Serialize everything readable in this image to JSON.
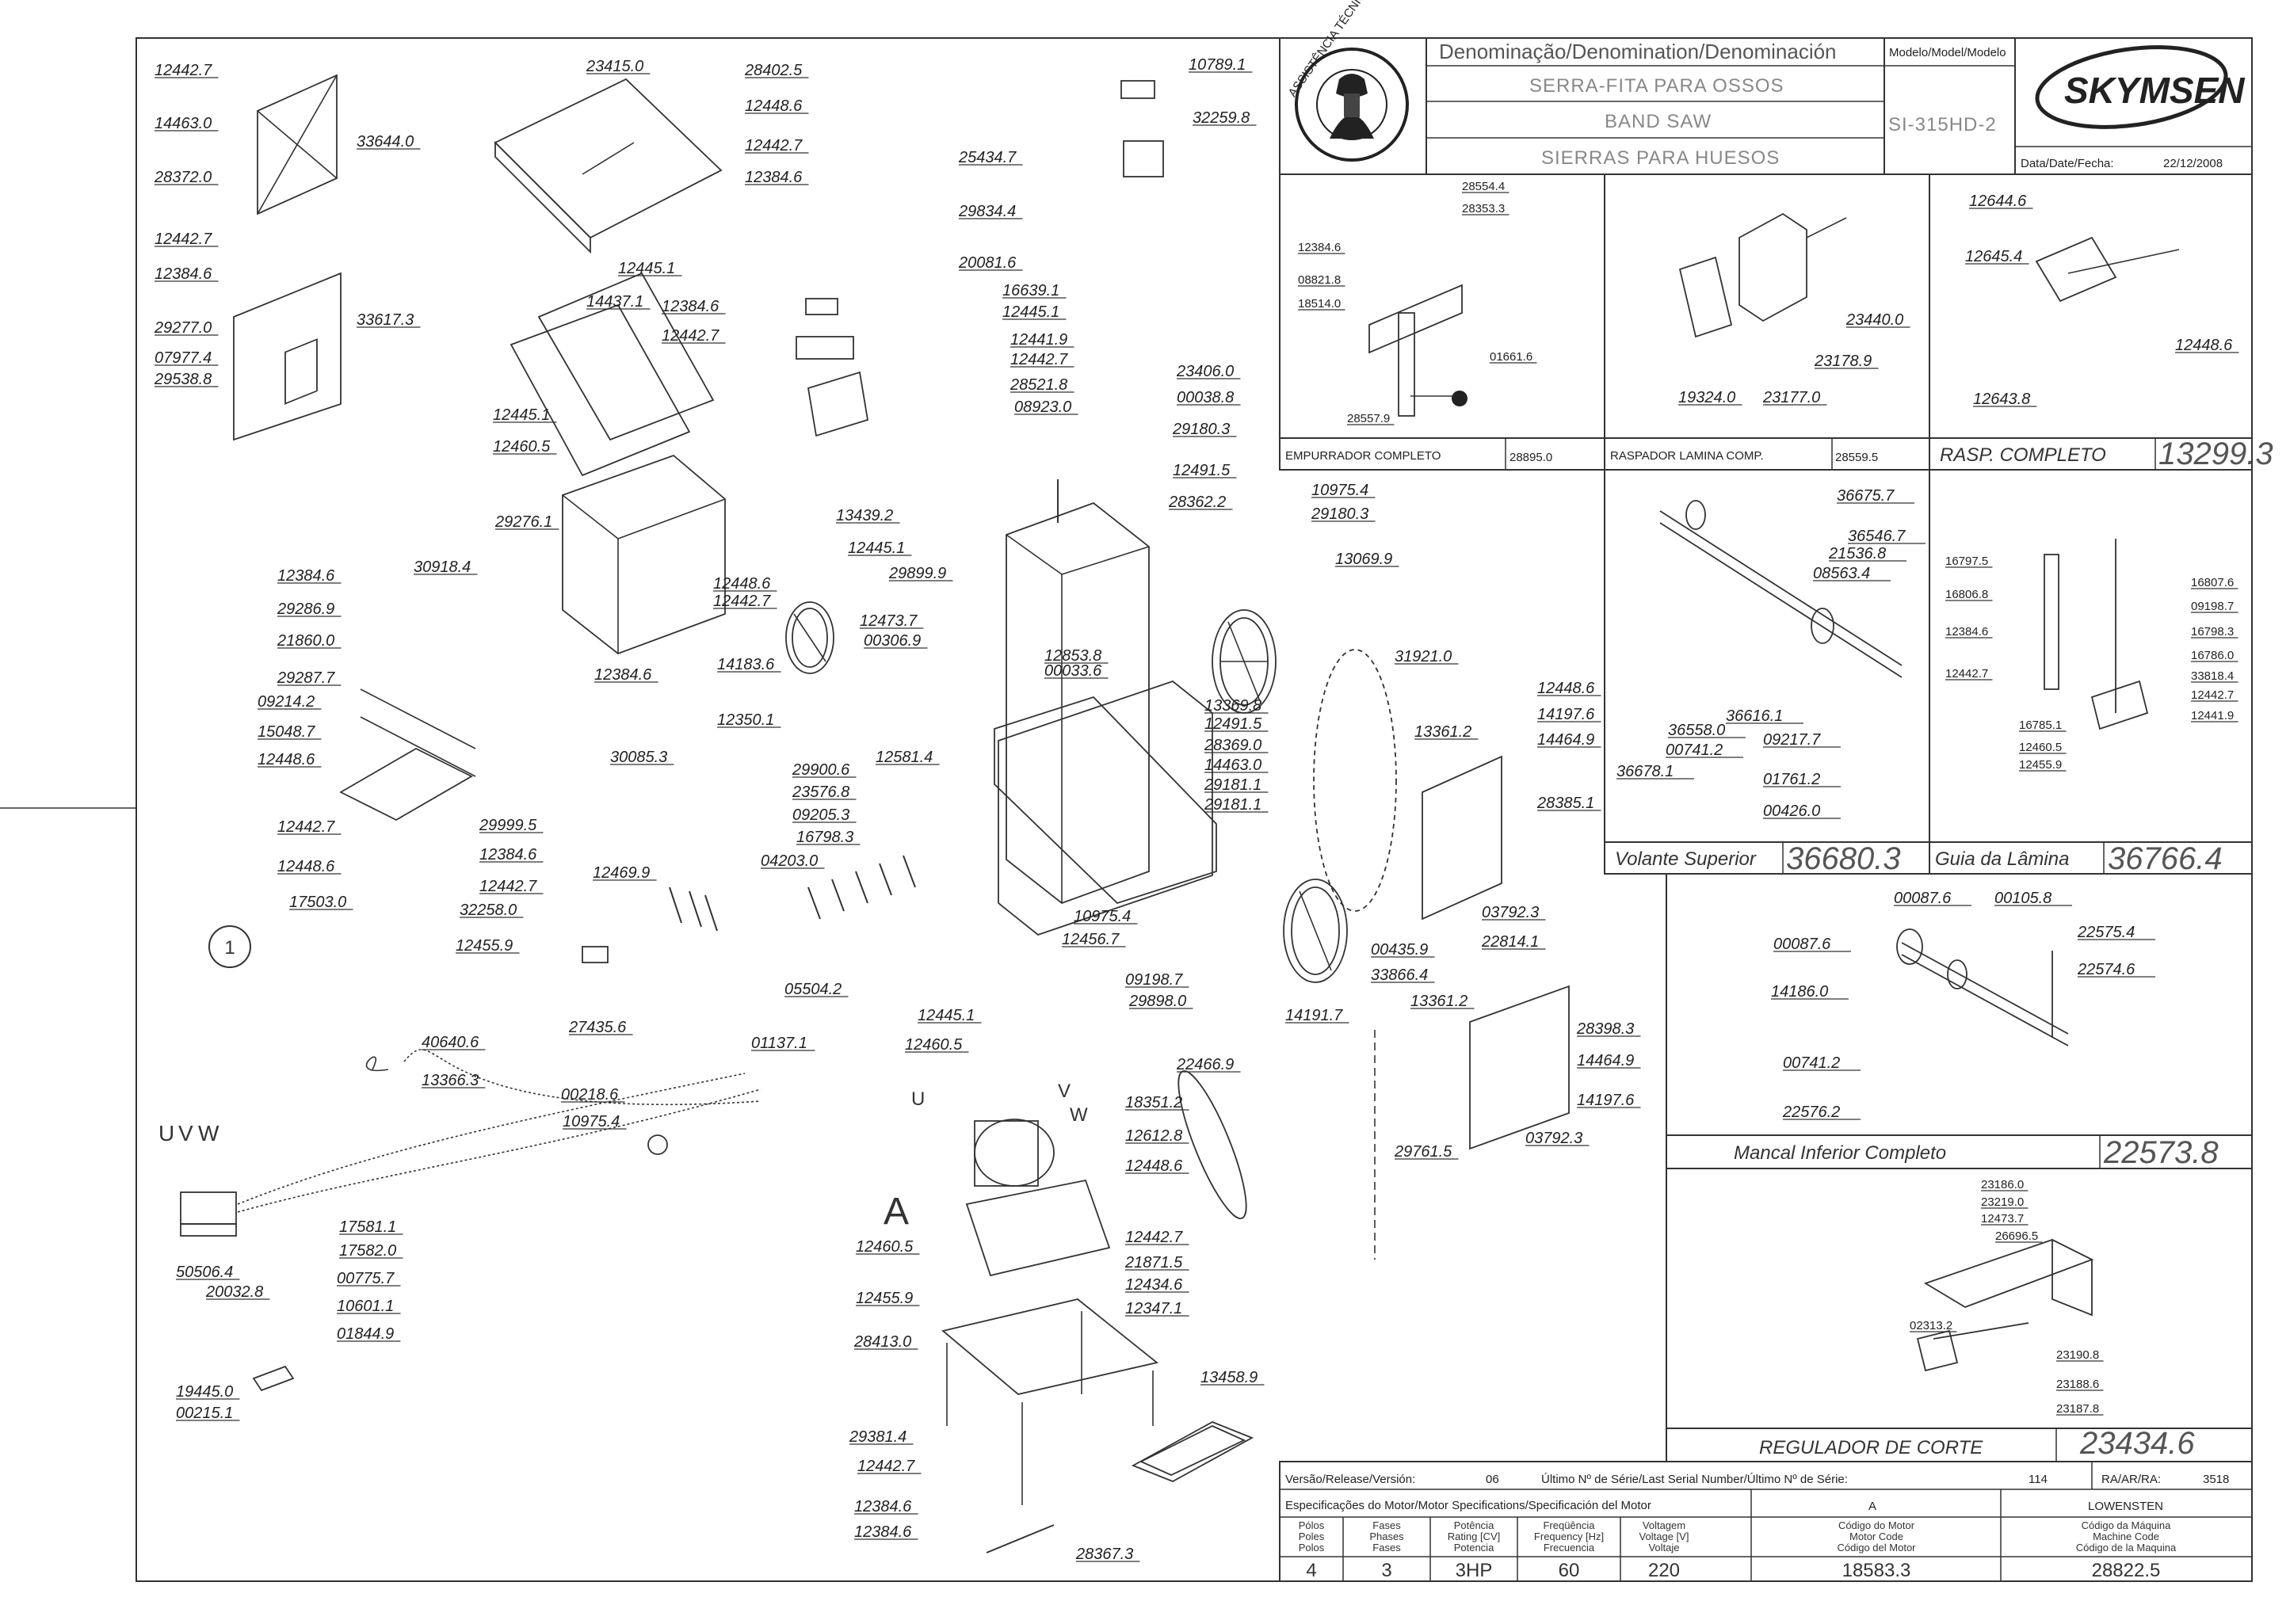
{
  "title_block": {
    "denomination_header": "Denominação/Denomination/Denominación",
    "model_header": "Modelo/Model/Modelo",
    "names": [
      "SERRA-FITA PARA OSSOS",
      "BAND SAW",
      "SIERRAS PARA HUESOS"
    ],
    "model": "SI-315HD-2",
    "brand": "SKYMSEN",
    "date_label": "Data/Date/Fecha:",
    "date": "22/12/2008",
    "seal_text": "ASSISTÊNCIA TÉCNICA AUTORIZADA"
  },
  "subassemblies": [
    {
      "name": "EMPURRADOR COMPLETO",
      "code": "28895.0"
    },
    {
      "name": "RASPADOR LAMINA COMP.",
      "code": "28559.5"
    },
    {
      "name": "RASP. COMPLETO",
      "code": "13299.3"
    },
    {
      "name": "Volante Superior",
      "code": "36680.3"
    },
    {
      "name": "Guia da Lâmina",
      "code": "36766.4"
    },
    {
      "name": "Mancal Inferior Completo",
      "code": "22573.8"
    },
    {
      "name": "REGULADOR DE CORTE",
      "code": "23434.6"
    }
  ],
  "release": {
    "version_label": "Versão/Release/Versión:",
    "version": "06",
    "serial_label": "Último Nº de Série/Last Serial Number/Último Nº de Série:",
    "serial": "114",
    "ra_label": "RA/AR/RA:",
    "ra": "3518"
  },
  "motor": {
    "spec_header": "Especificações do Motor/Motor Specifications/Specificación del Motor",
    "type": "A",
    "maker": "LOWENSTEN",
    "columns": [
      {
        "h": [
          "Pólos",
          "Poles",
          "Polos"
        ],
        "v": "4"
      },
      {
        "h": [
          "Fases",
          "Phases",
          "Fases"
        ],
        "v": "3"
      },
      {
        "h": [
          "Potência",
          "Rating [CV]",
          "Potencia"
        ],
        "v": "3HP"
      },
      {
        "h": [
          "Freqüência",
          "Frequency [Hz]",
          "Frecuencia"
        ],
        "v": "60"
      },
      {
        "h": [
          "Voltagem",
          "Voltage [V]",
          "Voltaje"
        ],
        "v": "220"
      },
      {
        "h": [
          "Código do Motor",
          "Motor Code",
          "Código del Motor"
        ],
        "v": "18583.3"
      },
      {
        "h": [
          "Código da Máquina",
          "Machine Code",
          "Código de la Maquina"
        ],
        "v": "28822.5"
      }
    ]
  },
  "main_labels": {
    "top_left": [
      "12442.7",
      "14463.0",
      "28372.0",
      "33644.0",
      "23415.0",
      "28402.5",
      "12448.6",
      "12442.7",
      "12384.6",
      "10789.1",
      "32259.8",
      "25434.7",
      "29834.4",
      "20081.6",
      "16639.1",
      "12445.1",
      "12441.9",
      "12442.7",
      "28521.8",
      "08923.0",
      "12442.7",
      "12384.6",
      "29277.0",
      "07977.4",
      "29538.8",
      "33617.3",
      "12445.1",
      "14437.1",
      "12384.6",
      "12442.7",
      "23406.0",
      "00038.8",
      "29180.3",
      "12491.5",
      "28362.2",
      "10975.4",
      "29180.3",
      "13069.9"
    ],
    "middle": [
      "12445.1",
      "12460.5",
      "29276.1",
      "30918.4",
      "12448.6",
      "12442.7",
      "12384.6",
      "30085.3",
      "13439.2",
      "12445.1",
      "29899.9",
      "12473.7",
      "00306.9",
      "14183.6",
      "12350.1",
      "12581.4",
      "12853.8",
      "00033.6",
      "13369.8",
      "12491.5",
      "28369.0",
      "14463.0",
      "29181.1",
      "29181.1",
      "31921.0",
      "13361.2",
      "12448.6",
      "14197.6",
      "14464.9",
      "28385.1",
      "03792.3",
      "22814.1",
      "29900.6",
      "23576.8",
      "09205.3",
      "16798.3",
      "04203.0",
      "10975.4",
      "12456.7",
      "09198.7",
      "29898.0",
      "00435.9",
      "33866.4"
    ],
    "left_frame": [
      "12384.6",
      "29286.9",
      "21860.0",
      "29287.7",
      "09214.2",
      "15048.7",
      "12448.6",
      "12442.7",
      "12448.6",
      "29999.5",
      "12384.6",
      "12442.7",
      "12455.9",
      "17503.0",
      "12469.9",
      "32258.0",
      "05504.2",
      "27435.6",
      "01137.1",
      "00218.6",
      "10975.4",
      "40640.6",
      "13366.3",
      "17581.1",
      "17582.0",
      "00775.7",
      "10601.1",
      "01844.9",
      "50506.4",
      "20032.8",
      "19445.0",
      "00215.1"
    ],
    "bottom": [
      "12445.1",
      "12460.5",
      "18351.2",
      "12612.8",
      "12448.6",
      "12442.7",
      "21871.5",
      "12434.6",
      "12347.1",
      "12460.5",
      "12455.9",
      "28413.0",
      "29381.4",
      "12442.7",
      "12384.6",
      "12384.6",
      "28367.3",
      "13458.9",
      "22466.9",
      "14191.7",
      "13361.2",
      "28398.3",
      "14464.9",
      "14197.6",
      "03792.3",
      "29761.5"
    ],
    "empurrador": [
      "28554.4",
      "28353.3",
      "12384.6",
      "08821.8",
      "18514.0",
      "01661.6",
      "28557.9"
    ],
    "raspador": [
      "23440.0",
      "23178.9",
      "19324.0",
      "23177.0"
    ],
    "rasp_completo": [
      "12644.6",
      "12645.4",
      "12448.6",
      "12643.8"
    ],
    "volante": [
      "36675.7",
      "36546.7",
      "21536.8",
      "08563.4",
      "36558.0",
      "00741.2",
      "36678.1",
      "36616.1",
      "09217.7",
      "01761.2",
      "00426.0"
    ],
    "guia": [
      "16797.5",
      "16807.6",
      "09198.7",
      "16806.8",
      "16798.3",
      "12384.6",
      "16786.0",
      "33818.4",
      "12442.7",
      "12442.7",
      "12441.9",
      "16785.1",
      "12460.5",
      "12455.9"
    ],
    "mancal": [
      "00087.6",
      "00105.8",
      "22575.4",
      "00087.6",
      "22574.6",
      "14186.0",
      "00741.2",
      "22576.2"
    ],
    "regulador": [
      "23186.0",
      "23219.0",
      "12473.7",
      "26696.5",
      "02313.2",
      "23190.8",
      "23188.6",
      "23187.8"
    ],
    "motor_letters": [
      "U",
      "V",
      "W",
      "A",
      "U",
      "V",
      "W"
    ],
    "balloon": "1"
  }
}
